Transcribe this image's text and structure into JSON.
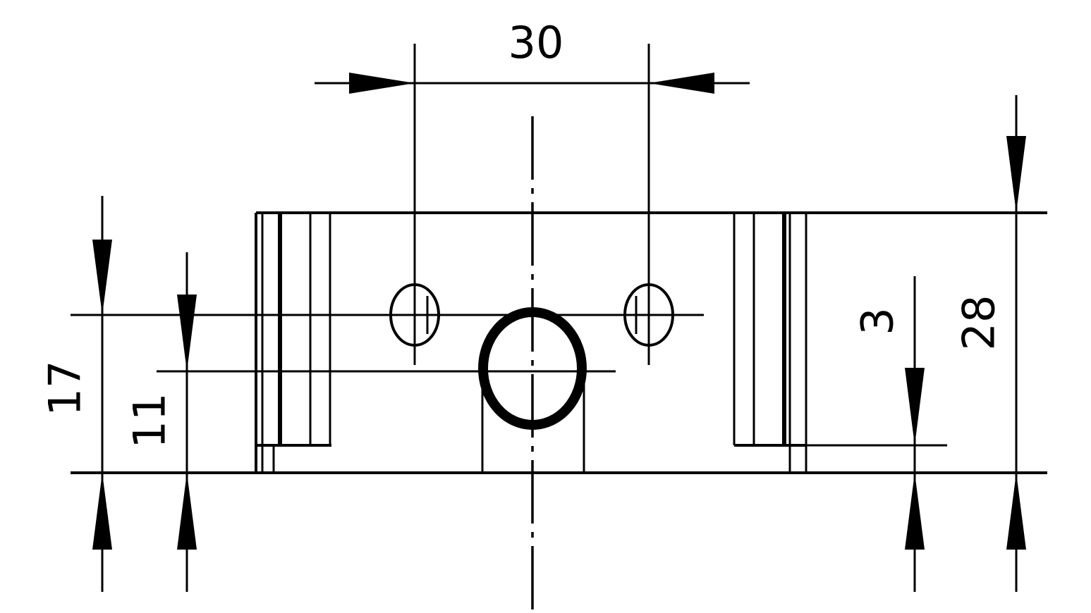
{
  "dimensions": {
    "hole_spacing": "30",
    "height_to_axis": "17",
    "height_to_bore": "11",
    "slot_depth": "3",
    "overall_height": "28"
  }
}
